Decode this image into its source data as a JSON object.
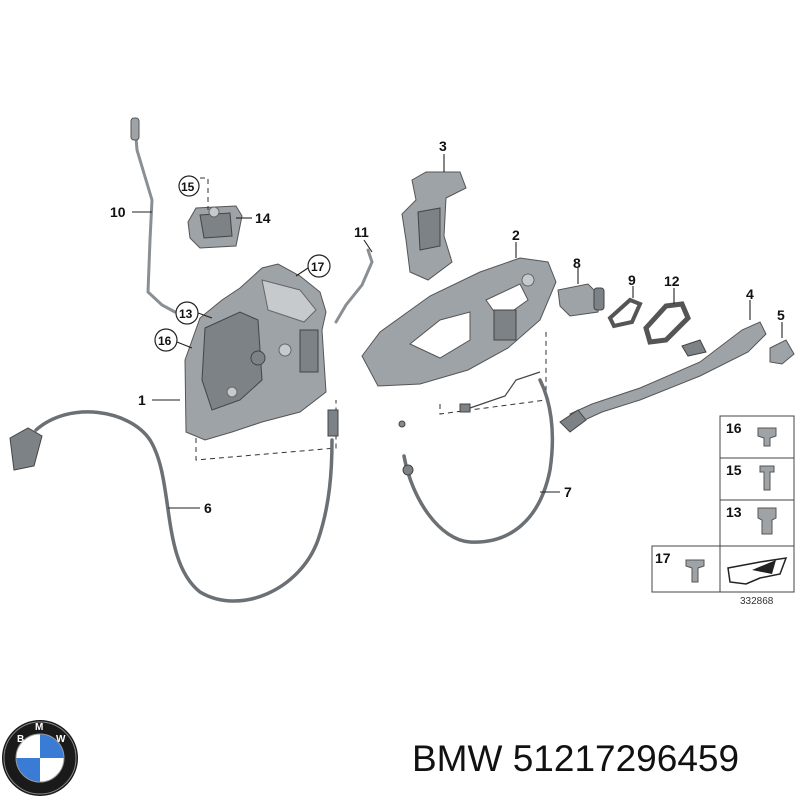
{
  "callouts": {
    "p1": "1",
    "p2": "2",
    "p3": "3",
    "p4": "4",
    "p5": "5",
    "p6": "6",
    "p7": "7",
    "p8": "8",
    "p9": "9",
    "p10": "10",
    "p11": "11",
    "p12": "12",
    "p13": "13",
    "p14": "14",
    "p15": "15",
    "p16": "16",
    "p17": "17"
  },
  "legend": {
    "items": [
      "16",
      "15",
      "13",
      "17"
    ]
  },
  "diagram_ref": "332868",
  "caption": {
    "brand": "BMW",
    "part_number": "51217296459"
  }
}
